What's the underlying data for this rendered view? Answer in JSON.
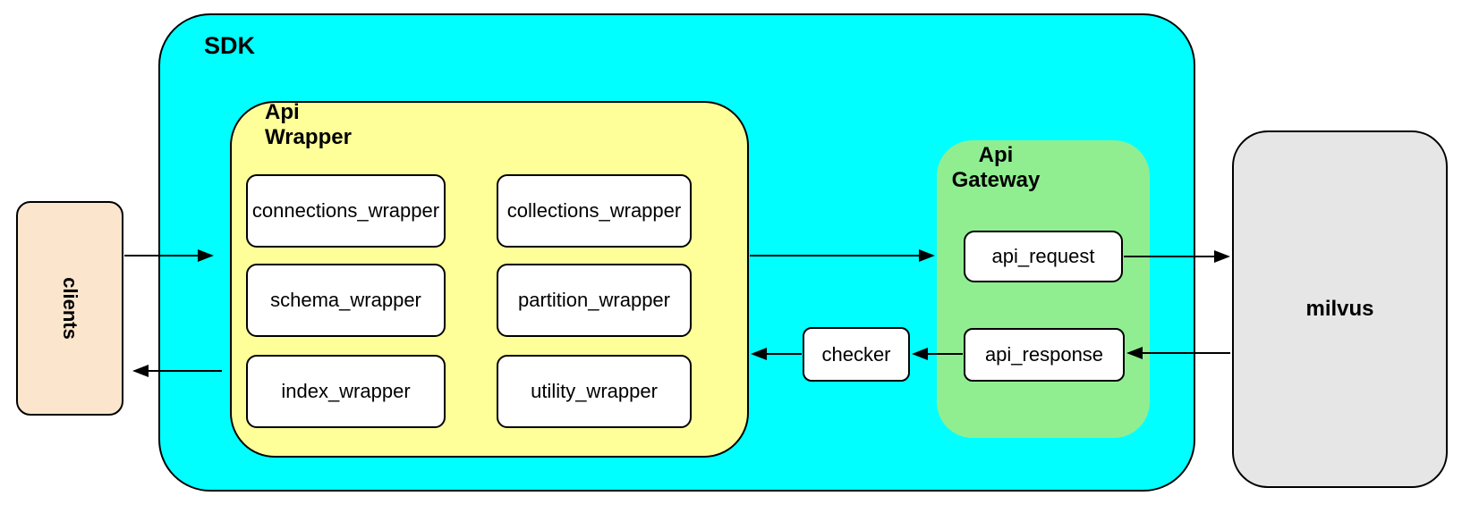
{
  "nodes": {
    "clients": "clients",
    "sdk": "SDK",
    "api_wrapper": "Api Wrapper",
    "wrapper_boxes": [
      "connections_wrapper",
      "collections_wrapper",
      "schema_wrapper",
      "partition_wrapper",
      "index_wrapper",
      "utility_wrapper"
    ],
    "checker": "checker",
    "api_gateway": "Api Gateway",
    "api_request": "api_request",
    "api_response": "api_response",
    "milvus": "milvus"
  },
  "edges": [
    {
      "from": "clients",
      "to": "api_wrapper",
      "direction": "right"
    },
    {
      "from": "api_wrapper",
      "to": "clients",
      "direction": "left"
    },
    {
      "from": "api_wrapper",
      "to": "api_gateway",
      "direction": "right"
    },
    {
      "from": "api_request",
      "to": "milvus",
      "direction": "right"
    },
    {
      "from": "milvus",
      "to": "api_response",
      "direction": "left"
    },
    {
      "from": "api_response",
      "to": "checker",
      "direction": "left"
    },
    {
      "from": "checker",
      "to": "api_wrapper",
      "direction": "left"
    }
  ],
  "colors": {
    "sdk_fill": "#00FFFF",
    "api_wrapper_fill": "#FFFF99",
    "api_gateway_fill": "#90EE90",
    "clients_fill": "#FCE5CD",
    "milvus_fill": "#E6E6E6",
    "node_fill": "#FFFFFF",
    "stroke": "#000000",
    "canvas_bg": "#FFFFFF"
  }
}
